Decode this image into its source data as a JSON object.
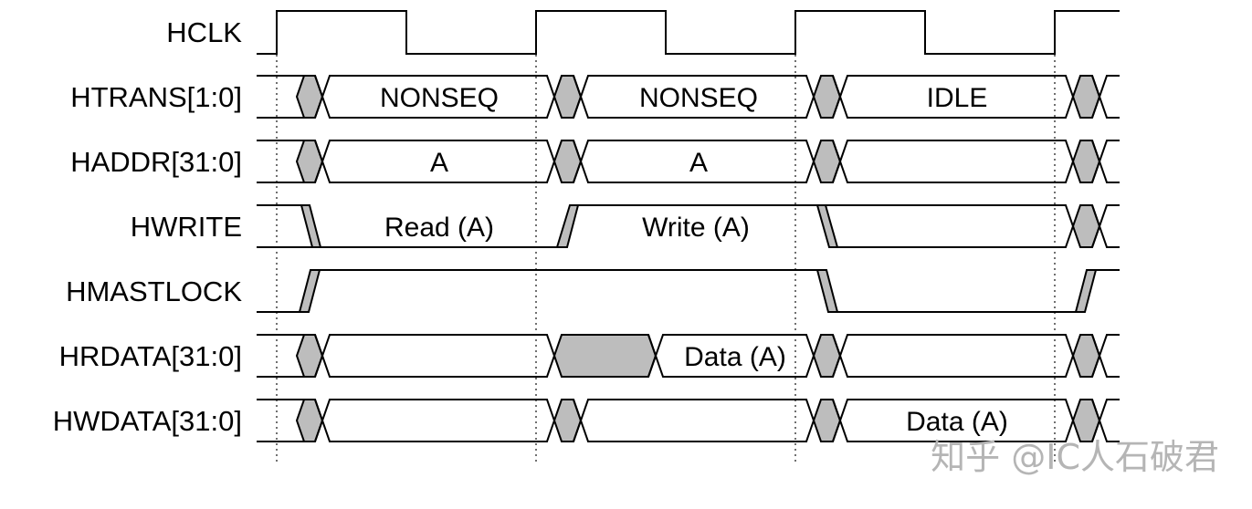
{
  "signals": [
    {
      "id": "hclk",
      "label": "HCLK"
    },
    {
      "id": "htrans",
      "label": "HTRANS[1:0]"
    },
    {
      "id": "haddr",
      "label": "HADDR[31:0]"
    },
    {
      "id": "hwrite",
      "label": "HWRITE"
    },
    {
      "id": "hmastlock",
      "label": "HMASTLOCK"
    },
    {
      "id": "hrdata",
      "label": "HRDATA[31:0]"
    },
    {
      "id": "hwdata",
      "label": "HWDATA[31:0]"
    }
  ],
  "values": {
    "htrans": [
      "NONSEQ",
      "NONSEQ",
      "IDLE"
    ],
    "haddr": [
      "A",
      "A"
    ],
    "hwrite": [
      "Read (A)",
      "Write (A)"
    ],
    "hrdata": "Data (A)",
    "hwdata": "Data (A)"
  },
  "watermark": "知乎 @IC人石破君",
  "colors": {
    "line": "#000000",
    "fill": "#bdbdbd",
    "watermark": "#b5b5b5"
  }
}
